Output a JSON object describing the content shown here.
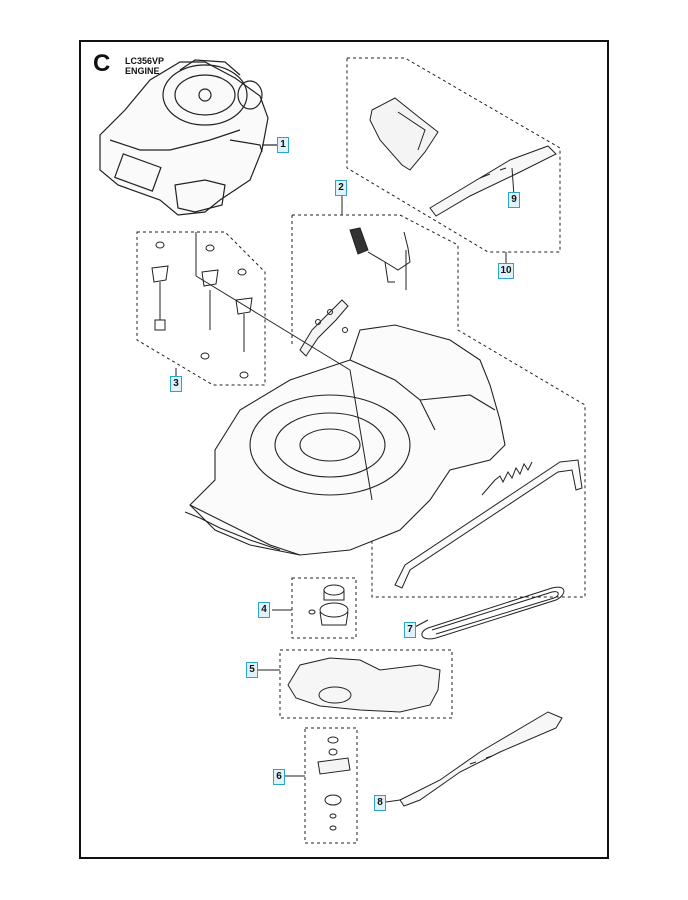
{
  "header": {
    "section_letter": "C",
    "model": "LC356VP",
    "title": "ENGINE"
  },
  "callouts": {
    "c1": "1",
    "c2": "2",
    "c3": "3",
    "c4": "4",
    "c5": "5",
    "c6": "6",
    "c7": "7",
    "c8": "8",
    "c9": "9",
    "c10": "10"
  },
  "colors": {
    "callout_border": "#2aa5c8",
    "callout_fill": "#dff2f9",
    "line": "#222222"
  }
}
